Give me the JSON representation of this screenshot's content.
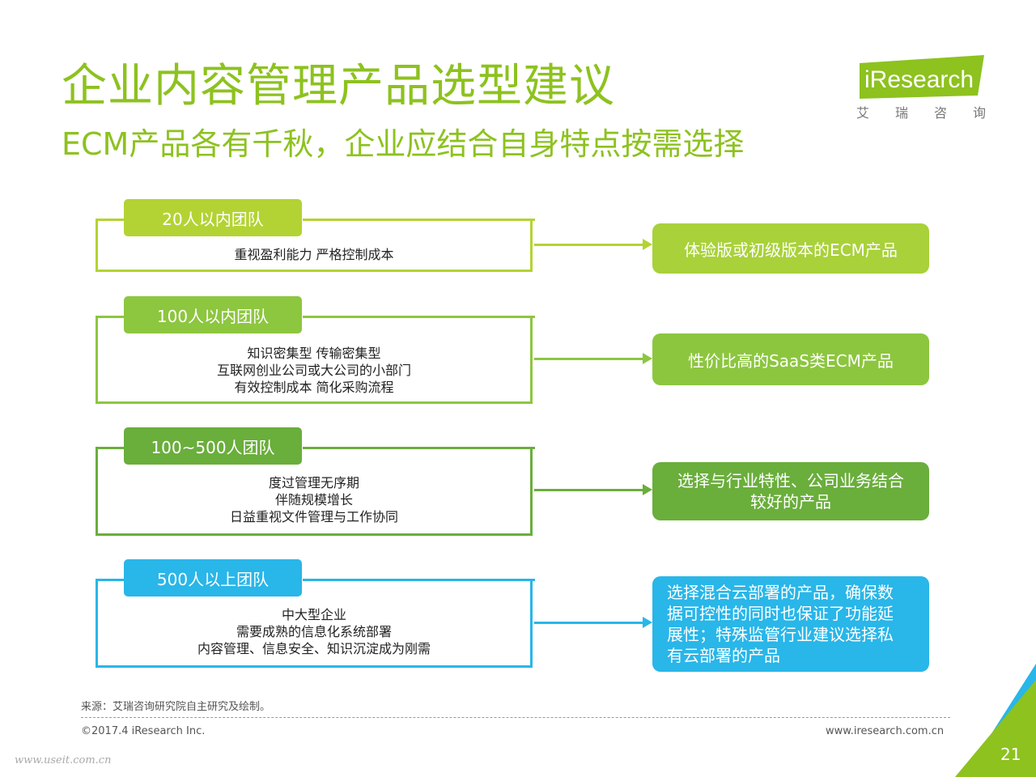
{
  "title": "企业内容管理产品选型建议",
  "subtitle": "ECM产品各有千秋，企业应结合自身特点按需选择",
  "logo": {
    "brand": "iResearch",
    "tag": [
      "艾",
      "瑞",
      "咨",
      "询"
    ]
  },
  "rows": [
    {
      "label": "20人以内团队",
      "lines": [
        "重视盈利能力  严格控制成本"
      ],
      "recommendation": [
        "体验版或初级版本的ECM产品"
      ],
      "color": "#b3d334",
      "rec_color": "#a9d13a"
    },
    {
      "label": "100人以内团队",
      "lines": [
        "知识密集型 传输密集型",
        "互联网创业公司或大公司的小部门",
        "有效控制成本 简化采购流程"
      ],
      "recommendation": [
        "性价比高的SaaS类ECM产品"
      ],
      "color": "#8dc63f",
      "rec_color": "#8cc63f"
    },
    {
      "label": "100~500人团队",
      "lines": [
        "度过管理无序期",
        "伴随规模增长",
        "日益重视文件管理与工作协同"
      ],
      "recommendation": [
        "选择与行业特性、公司业务结合",
        "较好的产品"
      ],
      "color": "#6aae3c",
      "rec_color": "#6aae3c"
    },
    {
      "label": "500人以上团队",
      "lines": [
        "中大型企业",
        "需要成熟的信息化系统部署",
        "内容管理、信息安全、知识沉淀成为刚需"
      ],
      "recommendation": [
        "选择混合云部署的产品，确保数",
        "据可控性的同时也保证了功能延",
        "展性；特殊监管行业建议选择私",
        "有云部署的产品"
      ],
      "color": "#29b6e8",
      "rec_color": "#29b6e8"
    }
  ],
  "footer": {
    "source": "来源：艾瑞咨询研究院自主研究及绘制。",
    "copyright": "©2017.4 iResearch Inc.",
    "url": "www.iresearch.com.cn",
    "page": "21",
    "watermark": "www.useit.com.cn"
  }
}
